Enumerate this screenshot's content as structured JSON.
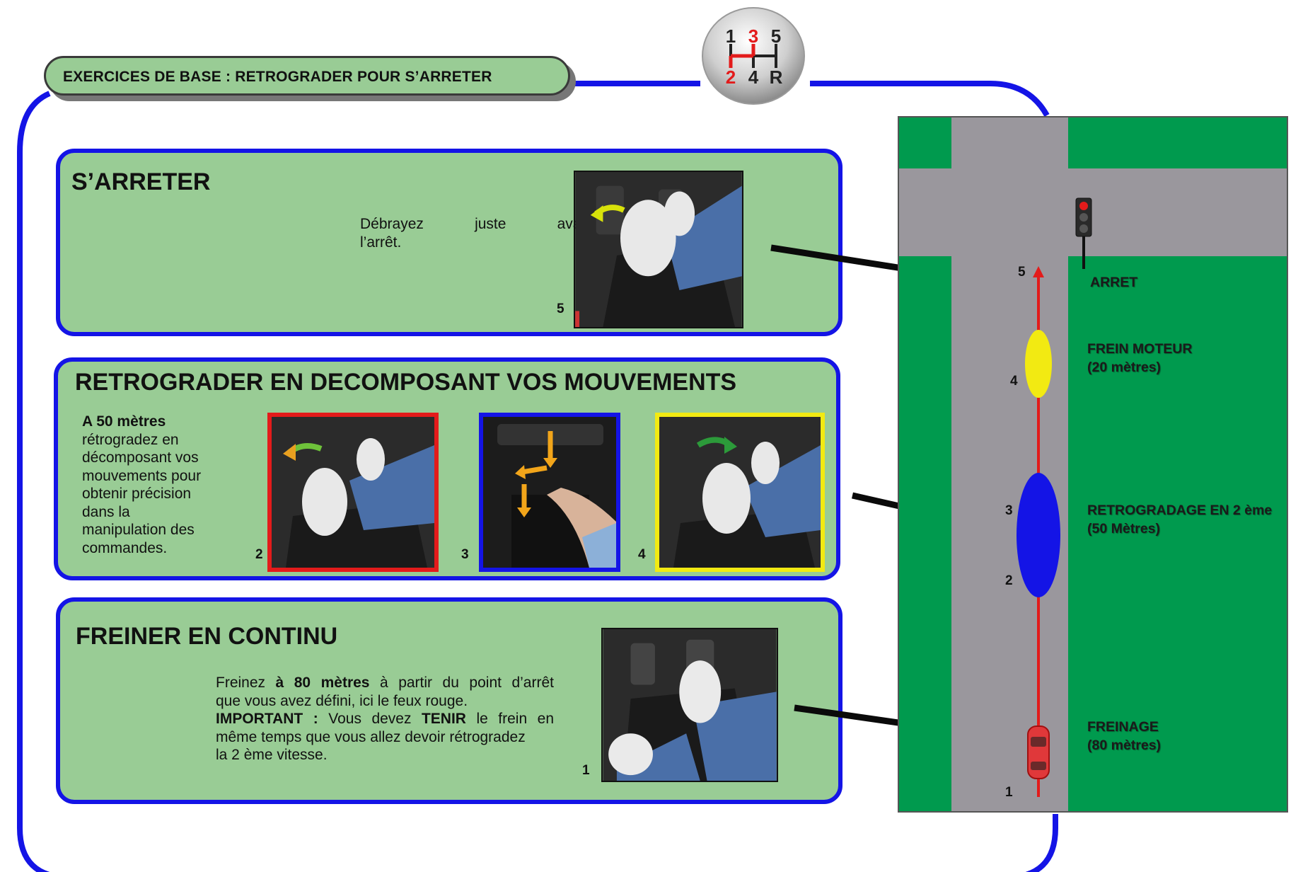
{
  "header": {
    "title": "EXERCICES DE BASE : RETROGRADER POUR S’ARRETER",
    "gear_knob": {
      "row_top": [
        "1",
        "3",
        "5"
      ],
      "row_bottom": [
        "2",
        "4",
        "R"
      ]
    }
  },
  "section_stop": {
    "title": "S’ARRETER",
    "text_line1": "Débrayez juste avant",
    "text_line2": "l’arrêt.",
    "photo_number": "5"
  },
  "section_downshift": {
    "title": "RETROGRADER EN DECOMPOSANT VOS MOUVEMENTS",
    "lead_bold": "A 50 mètres",
    "lines": [
      "rétrogradez en",
      "décomposant vos",
      "mouvements pour",
      "obtenir précision",
      "dans la",
      "manipulation des",
      "commandes."
    ],
    "photo_numbers": [
      "2",
      "3",
      "4"
    ],
    "photo_border_colors": [
      "#e31b1b",
      "#1414e6",
      "#f2ea12"
    ]
  },
  "section_brake": {
    "title": "FREINER EN CONTINU",
    "p1_a": "Freinez ",
    "p1_b": "à 80 mètres",
    "p1_c": " à partir du point d’arrêt",
    "p1_line2": "que vous avez défini, ici le feux rouge.",
    "p2_a": "IMPORTANT :",
    "p2_b": " Vous devez ",
    "p2_c": "TENIR",
    "p2_d": " le frein en",
    "p2_line2": "même temps que vous allez devoir rétrogradez",
    "p2_line3": "la 2 ème vitesse.",
    "photo_number": "1"
  },
  "map": {
    "labels": {
      "stop": "ARRET",
      "engine_brake_1": "FREIN MOTEUR",
      "engine_brake_2": "(20 mètres)",
      "downshift_1": "RETROGRADAGE EN 2 ème",
      "downshift_2": "(50 Mètres)",
      "braking_1": "FREINAGE",
      "braking_2": "(80 mètres)"
    },
    "markers": [
      "5",
      "4",
      "3",
      "2",
      "1"
    ],
    "colors": {
      "grass": "#009a4e",
      "road": "#9a979d",
      "path": "#e31b1b",
      "zone_20m": "#f2ea12",
      "zone_50m": "#1414e6"
    }
  },
  "colors": {
    "frame": "#1414e6",
    "box_fill": "#99cc95",
    "arrow": "#0a0a0a"
  }
}
